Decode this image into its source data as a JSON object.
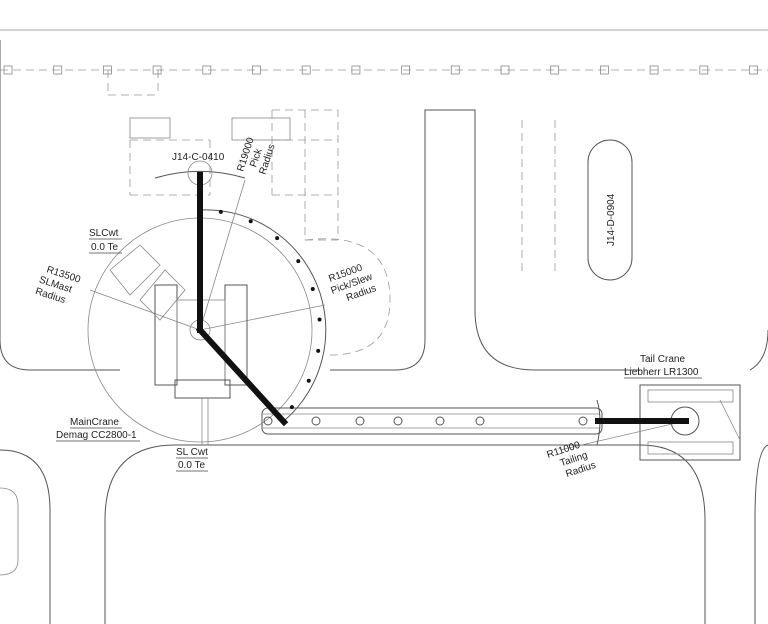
{
  "drawing": {
    "equipment_tag": "J14-C-0410",
    "vessel_tag": "J14-D-0904",
    "pick_radius": {
      "value": "R19000",
      "line1": "Pick",
      "line2": "Radius"
    },
    "slew_radius": {
      "value": "R15000",
      "line1": "Pick/Slew",
      "line2": "Radius"
    },
    "mast_radius": {
      "value": "R13500",
      "line1": "SLMast",
      "line2": "Radius"
    },
    "tailing_radius": {
      "value": "R11000",
      "line1": "Tailing",
      "line2": "Radius"
    },
    "sl_cwt_top": {
      "line1": "SLCwt",
      "line2": "0.0 Te"
    },
    "sl_cwt_bottom": {
      "line1": "SL Cwt",
      "line2": "0.0 Te"
    },
    "main_crane": {
      "line1": "MainCrane",
      "line2": "Demag CC2800-1"
    },
    "tail_crane": {
      "line1": "Tail Crane",
      "line2": "Liebherr LR1300"
    }
  },
  "colors": {
    "linework": "#888888",
    "boom": "#111111",
    "background": "#ffffff"
  }
}
